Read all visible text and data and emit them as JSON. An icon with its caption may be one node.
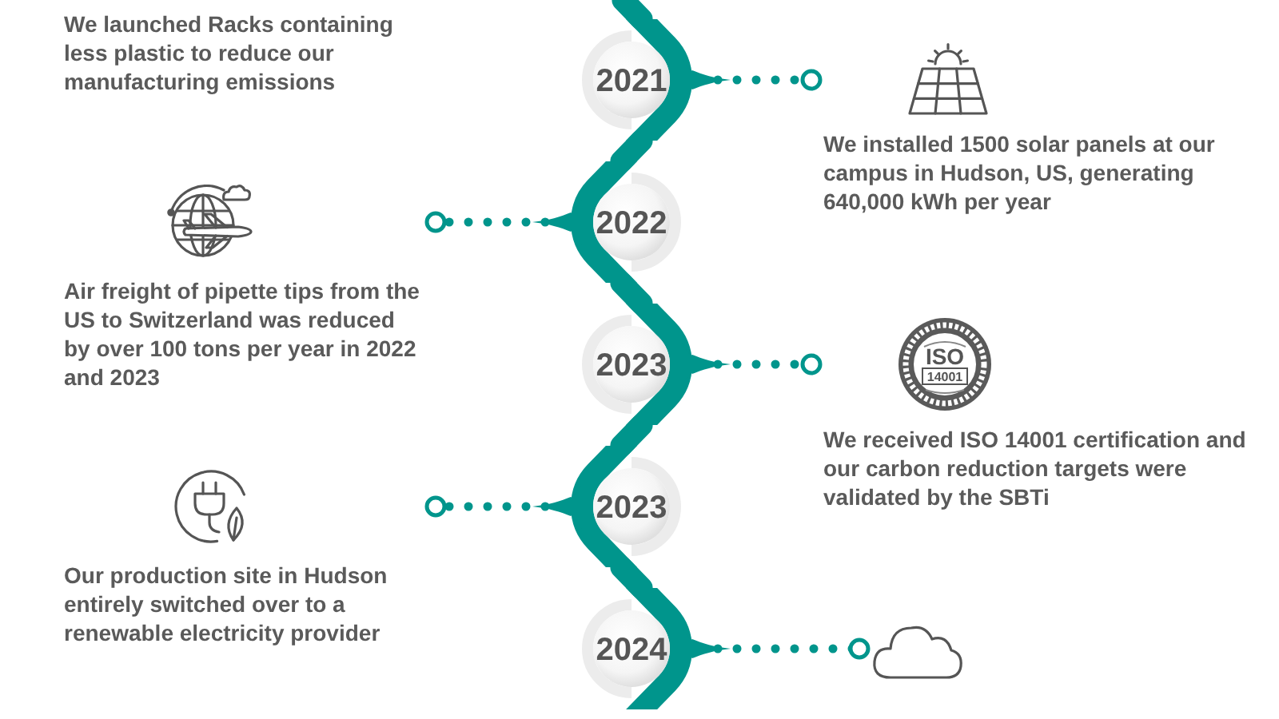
{
  "diagram": {
    "nodes": [
      {
        "text": [
          "2021"
        ]
      },
      {
        "text": [
          "We installed 1500 solar panels at our campus in Hudson, US, generating 640,000 kWh per year"
        ]
      },
      {
        "text": [
          "2022"
        ]
      },
      {
        "text": [
          "Air freight of pipette tips from the US to Switzerland was reduced by over 100 tons per year in 2022 and 2023"
        ]
      },
      {
        "text": [
          "2023"
        ]
      },
      {
        "text": [
          "ISO",
          "14001",
          "We received ISO 14001 certification and our carbon reduction targets were validated by the SBTi"
        ]
      },
      {
        "text": [
          "2023"
        ]
      },
      {
        "text": [
          "Our production site in Hudson entirely switched over to a renewable electricity provider"
        ]
      },
      {
        "text": [
          "2024"
        ]
      },
      {
        "text": [],
        "shape": "cloud"
      }
    ],
    "edges": [
      {
        "from": null,
        "to": 0,
        "arrow": "none",
        "style": "thick"
      },
      {
        "from": 0,
        "to": 1,
        "arrow": "other",
        "style": "dashed"
      },
      {
        "from": 0,
        "to": 2,
        "arrow": "none",
        "style": "thick"
      },
      {
        "from": 2,
        "to": 3,
        "arrow": "other",
        "style": "dashed"
      },
      {
        "from": 2,
        "to": 4,
        "arrow": "none",
        "style": "thick"
      },
      {
        "from": 4,
        "to": 5,
        "arrow": "other",
        "style": "dashed"
      },
      {
        "from": 4,
        "to": 6,
        "arrow": "none",
        "style": "thick"
      },
      {
        "from": 6,
        "to": 7,
        "arrow": "other",
        "style": "dashed"
      },
      {
        "from": 6,
        "to": 8,
        "arrow": "none",
        "style": "thick"
      },
      {
        "from": 8,
        "to": 9,
        "arrow": "other",
        "style": "dashed"
      }
    ],
    "labels": [
      "We launched Racks containing less plastic to reduce our manufacturing emissions"
    ]
  }
}
